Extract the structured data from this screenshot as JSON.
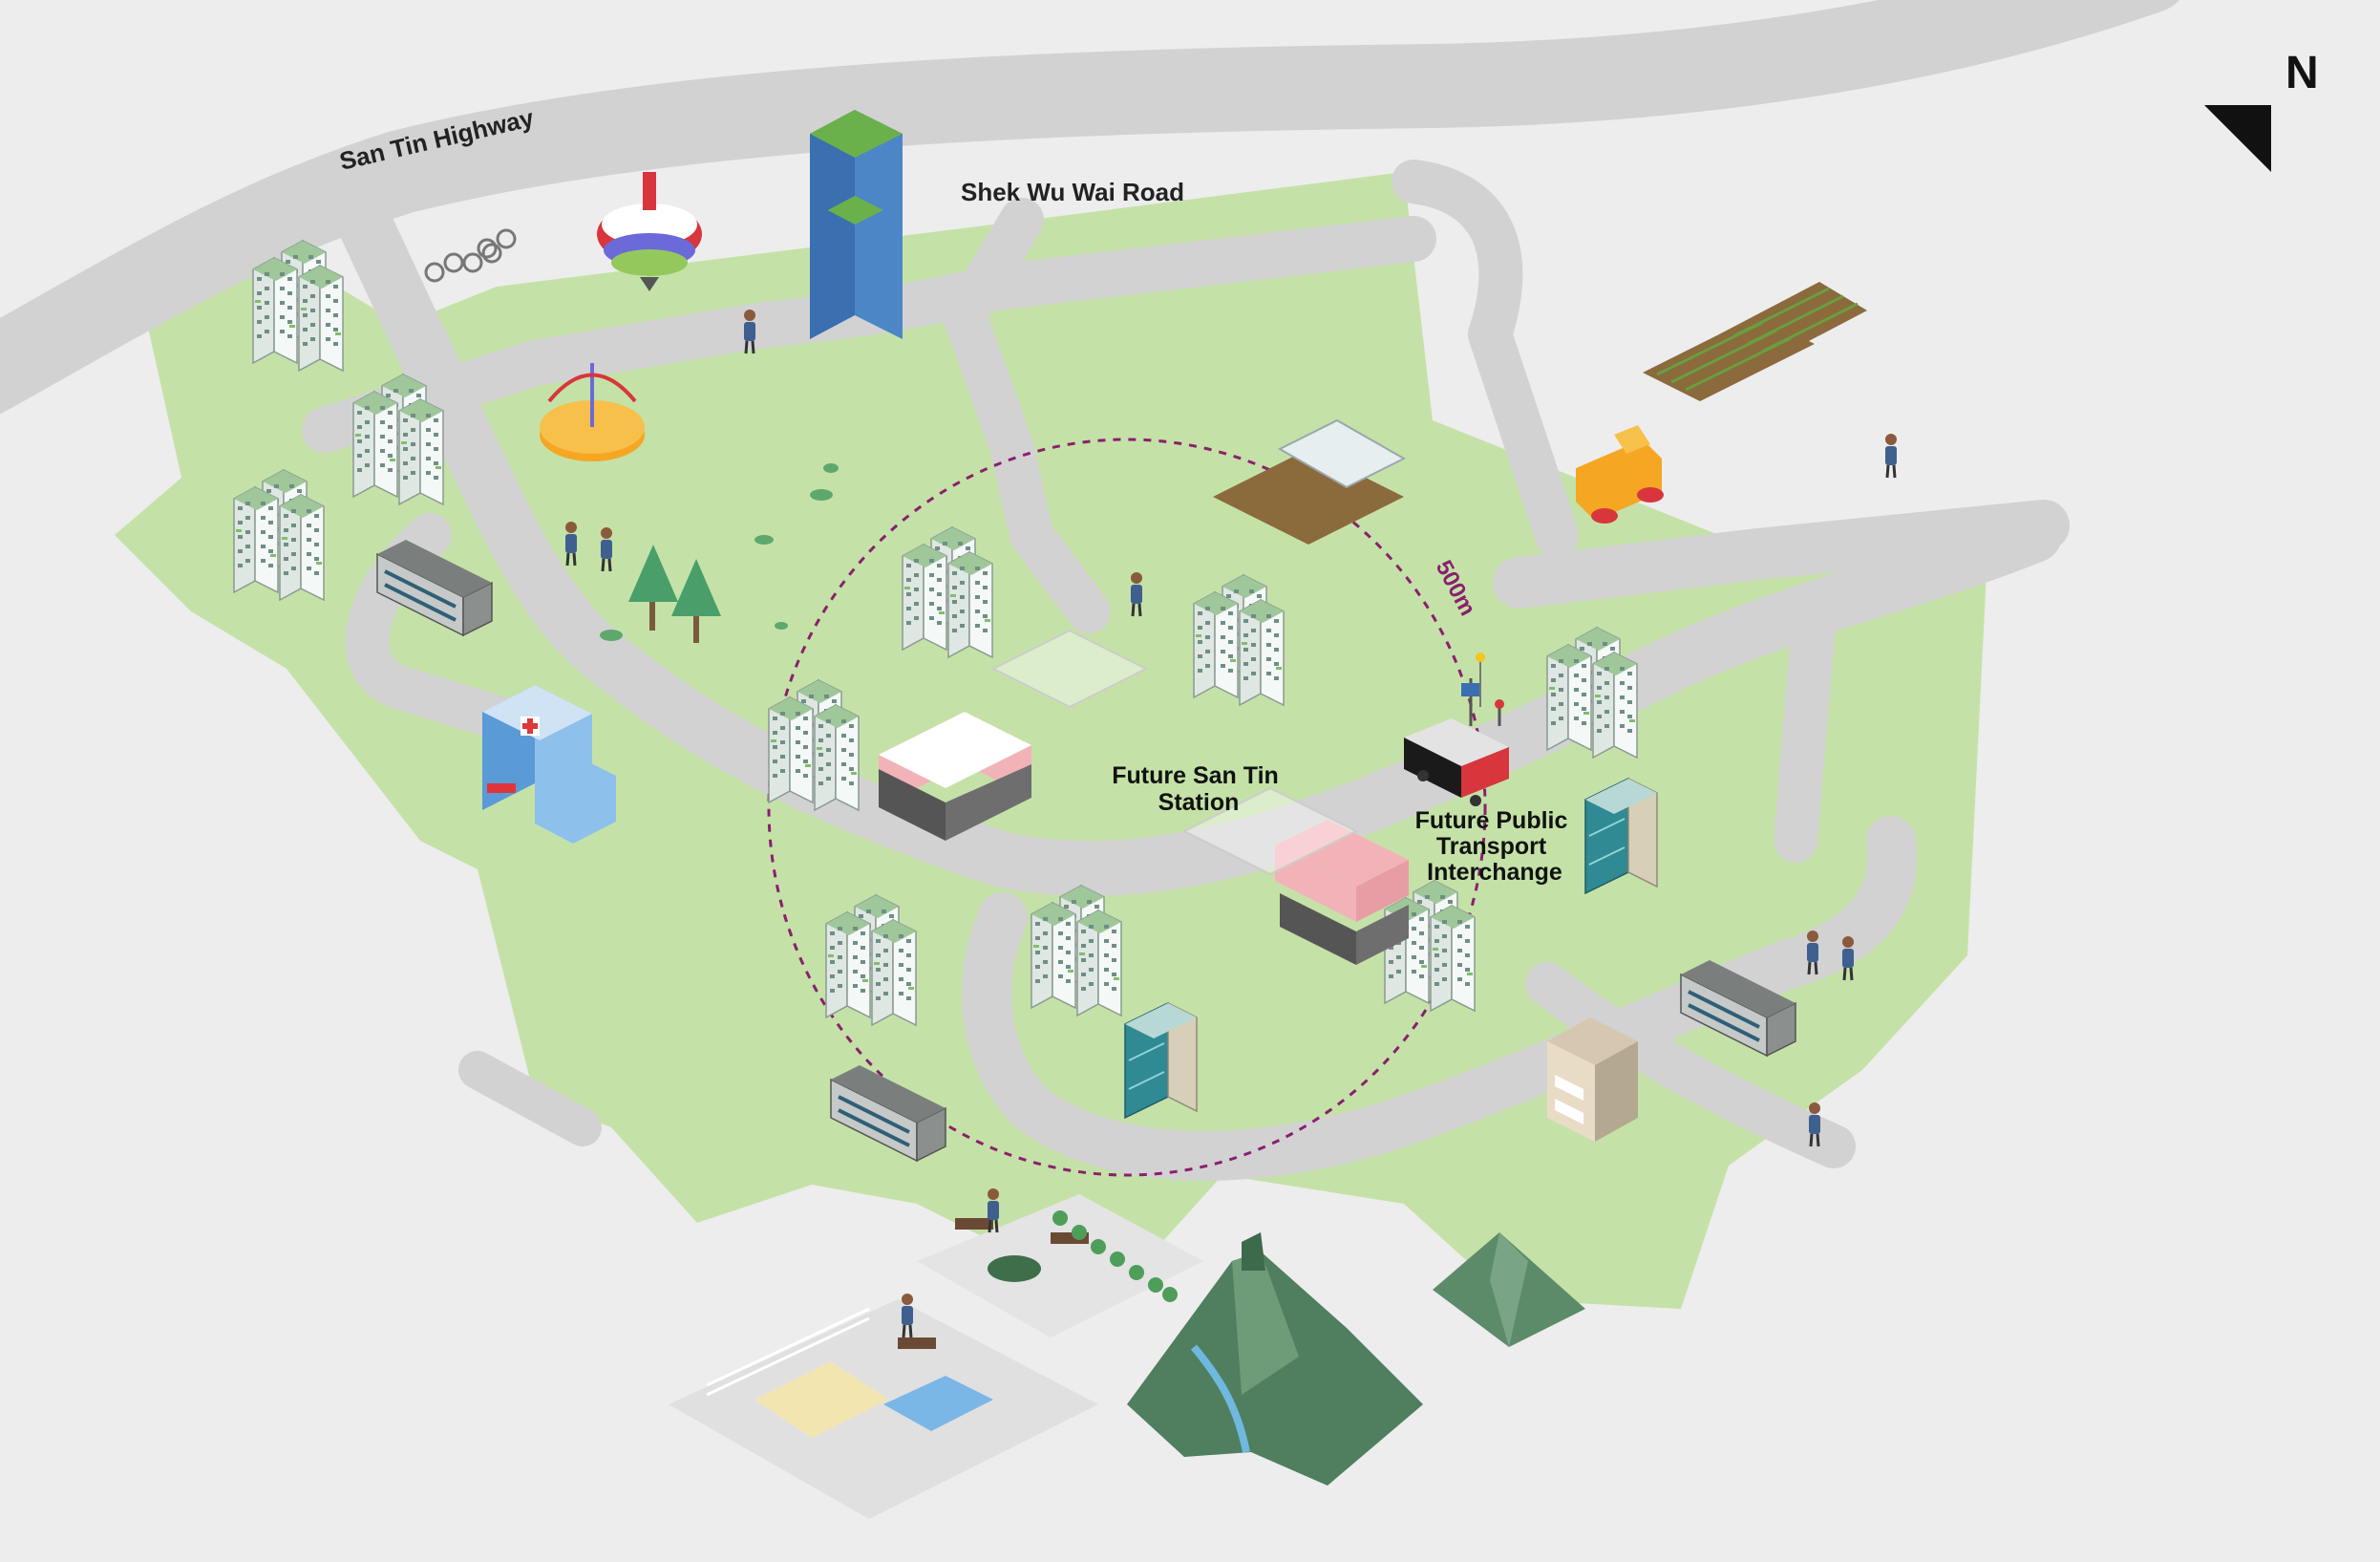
{
  "roads": {
    "highway": "San Tin Highway",
    "road2": "Shek Wu Wai Road"
  },
  "stations": {
    "station_line1": "Future San Tin",
    "station_line2": "Station",
    "pti_line1": "Future Public",
    "pti_line2": "Transport",
    "pti_line3": "Interchange"
  },
  "radius": {
    "label": "500m"
  },
  "compass": {
    "label": "N"
  },
  "colors": {
    "background": "#ededed",
    "greenery": "#c4e2a7",
    "road": "#d2d2d2",
    "radius_circle": "#8a1f6e",
    "building_roof_pink": "#f2b3b8",
    "residential_tower": "#e8f0ec",
    "mountain": "#4f7f5e"
  },
  "icons": [
    "residential-tower-icon",
    "bicycle-rack-icon",
    "spinning-top-landmark-icon",
    "glass-office-tower-icon",
    "walking-person-icon",
    "carousel-playground-icon",
    "school-children-icon",
    "tree-icon",
    "low-rise-building-icon",
    "hospital-icon",
    "greenhouse-icon",
    "farmland-icon",
    "playground-car-icon",
    "station-building-icon",
    "bus-icon",
    "bus-stop-sign-icon",
    "office-building-icon",
    "park-bench-icon",
    "picnic-blanket-icon",
    "mountain-icon",
    "north-arrow-icon"
  ]
}
